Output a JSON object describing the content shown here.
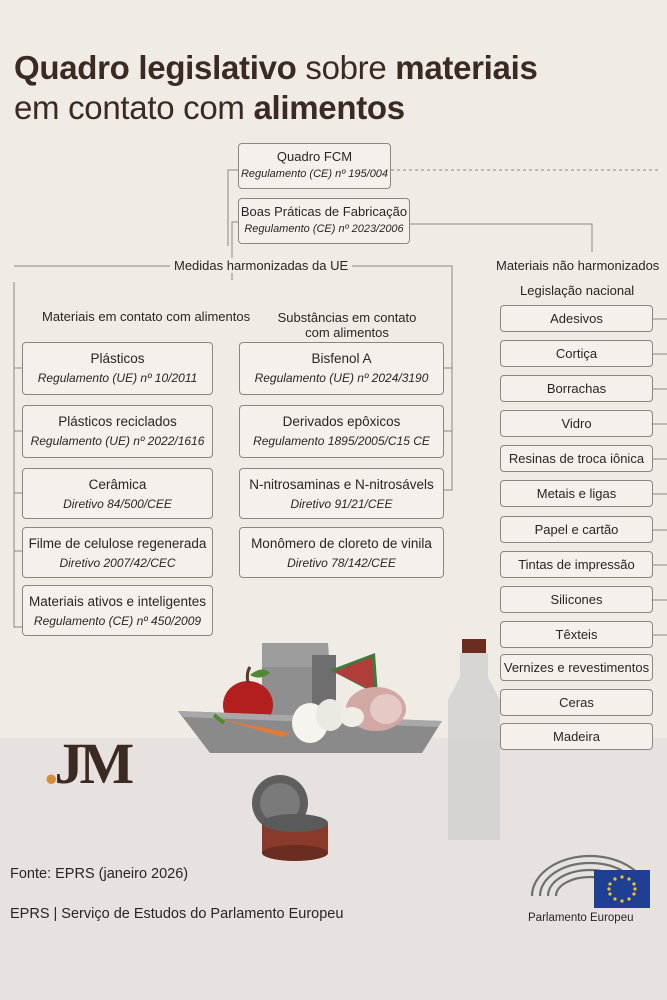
{
  "title": {
    "line1_bold": "Quadro legislativo",
    "line1_normal": " sobre ",
    "line1_bold2": "materiais",
    "line2_normal": "em contato com ",
    "line2_bold": "alimentos"
  },
  "top_boxes": [
    {
      "name": "Quadro FCM",
      "reg": "Regulamento (CE) nº 195/004"
    },
    {
      "name": "Boas Práticas de Fabricação",
      "reg": "Regulamento (CE) nº 2023/2006"
    }
  ],
  "harmonized": {
    "label": "Medidas harmonizadas da UE",
    "materials_heading": "Materiais em contato com alimentos",
    "substances_heading": "Substâncias em contato com alimentos",
    "materials": [
      {
        "name": "Plásticos",
        "reg": "Regulamento (UE) nº 10/2011"
      },
      {
        "name": "Plásticos reciclados",
        "reg": "Regulamento (UE) nº 2022/1616"
      },
      {
        "name": "Cerâmica",
        "reg": "Diretivo 84/500/CEE"
      },
      {
        "name": "Filme de celulose regenerada",
        "reg": "Diretivo 2007/42/CEC"
      },
      {
        "name": "Materiais ativos e inteligentes",
        "reg": "Regulamento (CE) nº 450/2009"
      }
    ],
    "substances": [
      {
        "name": "Bisfenol A",
        "reg": "Regulamento (UE) nº 2024/3190"
      },
      {
        "name": "Derivados epôxicos",
        "reg": "Regulamento 1895/2005/C15 CE"
      },
      {
        "name": "N-nitrosaminas e N-nitrosávels",
        "reg": "Diretivo 91/21/CEE"
      },
      {
        "name": "Monômero de cloreto de vinila",
        "reg": "Diretivo 78/142/CEE"
      }
    ]
  },
  "non_harmonized": {
    "label": "Materiais não harmonizados",
    "sublabel": "Legislação nacional",
    "items": [
      "Adesivos",
      "Cortiça",
      "Borrachas",
      "Vidro",
      "Resinas de troca iônica",
      "Metais e ligas",
      "Papel e cartão",
      "Tintas de impressão",
      "Silicones",
      "Têxteis",
      "Vernizes e revestimentos",
      "Ceras",
      "Madeira"
    ]
  },
  "logo_text": {
    "main": "JM",
    "dot": "."
  },
  "footer": {
    "source": "Fonte: EPRS (janeiro 2026)",
    "service": "EPRS | Serviço de Estudos do Parlamento Europeu",
    "parliament": "Parlamento Europeu"
  },
  "colors": {
    "accent_dark": "#3b2a22",
    "accent_orange": "#d98a3a",
    "eu_blue": "#1f3f94",
    "eu_star": "#f3c322"
  }
}
